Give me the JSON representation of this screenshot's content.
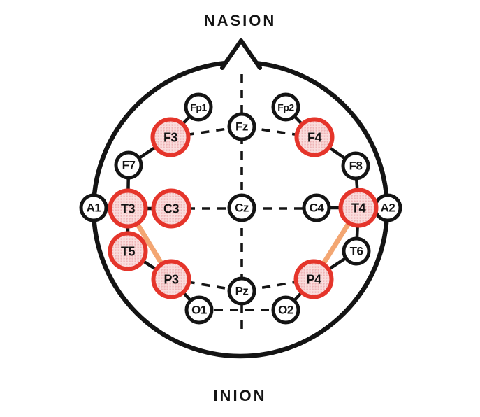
{
  "labels": {
    "top": "NASION",
    "bottom": "INION"
  },
  "electrodes": {
    "fp1": {
      "label": "Fp1",
      "highlighted": false
    },
    "fp2": {
      "label": "Fp2",
      "highlighted": false
    },
    "fz": {
      "label": "Fz",
      "highlighted": false
    },
    "f3": {
      "label": "F3",
      "highlighted": true
    },
    "f4": {
      "label": "F4",
      "highlighted": true
    },
    "f7": {
      "label": "F7",
      "highlighted": false
    },
    "f8": {
      "label": "F8",
      "highlighted": false
    },
    "a1": {
      "label": "A1",
      "highlighted": false
    },
    "a2": {
      "label": "A2",
      "highlighted": false
    },
    "t3": {
      "label": "T3",
      "highlighted": true
    },
    "c3": {
      "label": "C3",
      "highlighted": true
    },
    "cz": {
      "label": "Cz",
      "highlighted": false
    },
    "c4": {
      "label": "C4",
      "highlighted": false
    },
    "t4": {
      "label": "T4",
      "highlighted": true
    },
    "t5": {
      "label": "T5",
      "highlighted": true
    },
    "t6": {
      "label": "T6",
      "highlighted": false
    },
    "p3": {
      "label": "P3",
      "highlighted": true
    },
    "p4": {
      "label": "P4",
      "highlighted": true
    },
    "pz": {
      "label": "Pz",
      "highlighted": false
    },
    "o1": {
      "label": "O1",
      "highlighted": false
    },
    "o2": {
      "label": "O2",
      "highlighted": false
    }
  },
  "highlighted_electrodes": [
    "f3",
    "f4",
    "t3",
    "c3",
    "t4",
    "t5",
    "p3",
    "p4"
  ],
  "highlight_links": [
    {
      "from": "T3",
      "to": "P3"
    },
    {
      "from": "T4",
      "to": "P4"
    }
  ],
  "colors": {
    "ink": "#141414",
    "highlight_ring": "#e5352b",
    "highlight_fill": "#fadddd",
    "highlight_fill_dot": "#eeb4b6",
    "link_orange": "#f3a672"
  }
}
